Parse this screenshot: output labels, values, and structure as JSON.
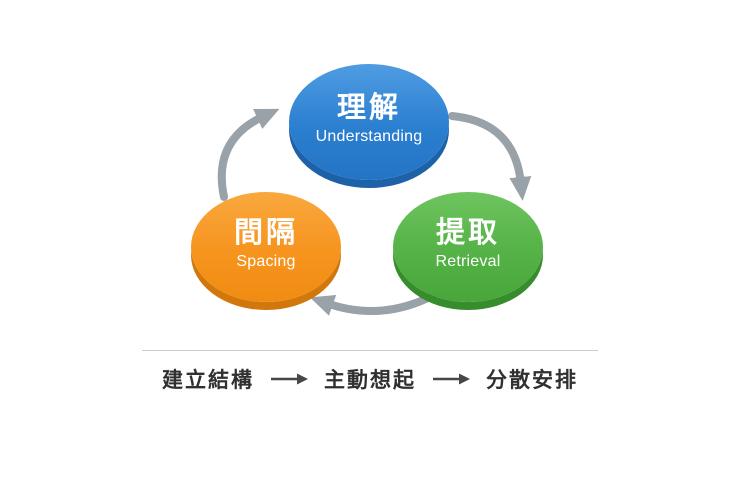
{
  "diagram": {
    "arrow_color": "#99a1a9",
    "nodes": [
      {
        "zh": "理解",
        "en": "Understanding",
        "color": "#2b7fd0"
      },
      {
        "zh": "間隔",
        "en": "Spacing",
        "color": "#f6941e"
      },
      {
        "zh": "提取",
        "en": "Retrieval",
        "color": "#54b246"
      }
    ]
  },
  "footer": {
    "steps": [
      "建立結構",
      "主動想起",
      "分散安排"
    ]
  }
}
